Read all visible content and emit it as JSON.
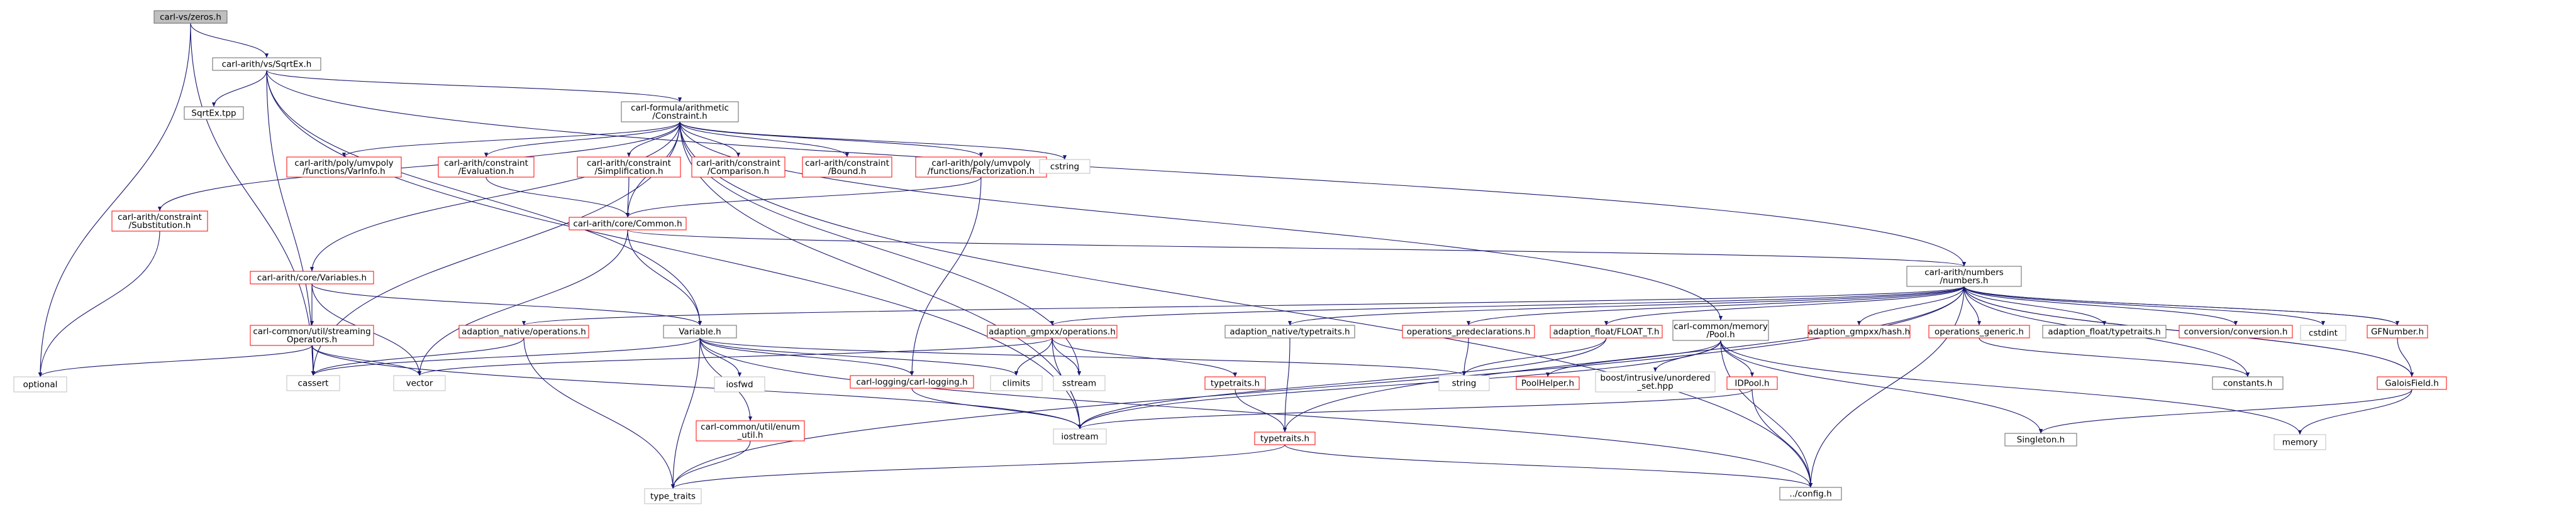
{
  "graph": {
    "nodes": [
      {
        "id": "root",
        "lines": [
          "carl-vs/zeros.h"
        ],
        "style": "root"
      },
      {
        "id": "sqrtex",
        "lines": [
          "carl-arith/vs/SqrtEx.h"
        ],
        "style": "doc"
      },
      {
        "id": "sqrtextpp",
        "lines": [
          "SqrtEx.tpp"
        ],
        "style": "doc"
      },
      {
        "id": "constraint",
        "lines": [
          "carl-formula/arithmetic",
          "/Constraint.h"
        ],
        "style": "doc"
      },
      {
        "id": "substitution",
        "lines": [
          "carl-arith/constraint",
          "/Substitution.h"
        ],
        "style": "red"
      },
      {
        "id": "varinfo",
        "lines": [
          "carl-arith/poly/umvpoly",
          "/functions/VarInfo.h"
        ],
        "style": "red"
      },
      {
        "id": "evaluation",
        "lines": [
          "carl-arith/constraint",
          "/Evaluation.h"
        ],
        "style": "red"
      },
      {
        "id": "simplification",
        "lines": [
          "carl-arith/constraint",
          "/Simplification.h"
        ],
        "style": "red"
      },
      {
        "id": "comparison",
        "lines": [
          "carl-arith/constraint",
          "/Comparison.h"
        ],
        "style": "red"
      },
      {
        "id": "bound",
        "lines": [
          "carl-arith/constraint",
          "/Bound.h"
        ],
        "style": "red"
      },
      {
        "id": "factorization",
        "lines": [
          "carl-arith/poly/umvpoly",
          "/functions/Factorization.h"
        ],
        "style": "red"
      },
      {
        "id": "cstring",
        "lines": [
          "cstring"
        ],
        "style": "gray"
      },
      {
        "id": "common",
        "lines": [
          "carl-arith/core/Common.h"
        ],
        "style": "red"
      },
      {
        "id": "variables",
        "lines": [
          "carl-arith/core/Variables.h"
        ],
        "style": "red"
      },
      {
        "id": "streamops",
        "lines": [
          "carl-common/util/streaming",
          "Operators.h"
        ],
        "style": "red"
      },
      {
        "id": "optional",
        "lines": [
          "optional"
        ],
        "style": "gray"
      },
      {
        "id": "cassert",
        "lines": [
          "cassert"
        ],
        "style": "gray"
      },
      {
        "id": "vector",
        "lines": [
          "vector"
        ],
        "style": "gray"
      },
      {
        "id": "variable",
        "lines": [
          "Variable.h"
        ],
        "style": "doc"
      },
      {
        "id": "adnops",
        "lines": [
          "adaption_native/operations.h"
        ],
        "style": "red"
      },
      {
        "id": "iosfwd",
        "lines": [
          "iosfwd"
        ],
        "style": "gray"
      },
      {
        "id": "enumutil",
        "lines": [
          "carl-common/util/enum",
          "_util.h"
        ],
        "style": "red"
      },
      {
        "id": "typetraits_std",
        "lines": [
          "type_traits"
        ],
        "style": "gray"
      },
      {
        "id": "logging",
        "lines": [
          "carl-logging/carl-logging.h"
        ],
        "style": "red"
      },
      {
        "id": "climits",
        "lines": [
          "climits"
        ],
        "style": "gray"
      },
      {
        "id": "sstream",
        "lines": [
          "sstream"
        ],
        "style": "gray"
      },
      {
        "id": "iostream",
        "lines": [
          "iostream"
        ],
        "style": "gray"
      },
      {
        "id": "string",
        "lines": [
          "string"
        ],
        "style": "gray"
      },
      {
        "id": "numbers",
        "lines": [
          "carl-arith/numbers",
          "/numbers.h"
        ],
        "style": "doc"
      },
      {
        "id": "gmpxxops",
        "lines": [
          "adaption_gmpxx/operations.h"
        ],
        "style": "red"
      },
      {
        "id": "nativetypetraits",
        "lines": [
          "adaption_native/typetraits.h"
        ],
        "style": "doc"
      },
      {
        "id": "opspredecl",
        "lines": [
          "operations_predeclarations.h"
        ],
        "style": "red"
      },
      {
        "id": "floatt",
        "lines": [
          "adaption_float/FLOAT_T.h"
        ],
        "style": "red"
      },
      {
        "id": "pool",
        "lines": [
          "carl-common/memory",
          "/Pool.h"
        ],
        "style": "doc"
      },
      {
        "id": "gmpxxhash",
        "lines": [
          "adaption_gmpxx/hash.h"
        ],
        "style": "red"
      },
      {
        "id": "opsgeneric",
        "lines": [
          "operations_generic.h"
        ],
        "style": "red"
      },
      {
        "id": "floattypetraits",
        "lines": [
          "adaption_float/typetraits.h"
        ],
        "style": "doc"
      },
      {
        "id": "conversion",
        "lines": [
          "conversion/conversion.h"
        ],
        "style": "red"
      },
      {
        "id": "cstdint",
        "lines": [
          "cstdint"
        ],
        "style": "gray"
      },
      {
        "id": "gfnumber",
        "lines": [
          "GFNumber.h"
        ],
        "style": "red"
      },
      {
        "id": "typetraits1",
        "lines": [
          "typetraits.h"
        ],
        "style": "red"
      },
      {
        "id": "typetraits2",
        "lines": [
          "typetraits.h"
        ],
        "style": "red"
      },
      {
        "id": "poolhelper",
        "lines": [
          "PoolHelper.h"
        ],
        "style": "red"
      },
      {
        "id": "boosthash",
        "lines": [
          "boost/intrusive/unordered",
          "_set.hpp"
        ],
        "style": "gray"
      },
      {
        "id": "idpool",
        "lines": [
          "IDPool.h"
        ],
        "style": "red"
      },
      {
        "id": "constants",
        "lines": [
          "constants.h"
        ],
        "style": "doc"
      },
      {
        "id": "galoisfield",
        "lines": [
          "GaloisField.h"
        ],
        "style": "red"
      },
      {
        "id": "singleton",
        "lines": [
          "Singleton.h"
        ],
        "style": "doc"
      },
      {
        "id": "memory",
        "lines": [
          "memory"
        ],
        "style": "gray"
      },
      {
        "id": "config",
        "lines": [
          "../config.h"
        ],
        "style": "doc"
      }
    ],
    "edges": [
      [
        "root",
        "optional"
      ],
      [
        "root",
        "sqrtex"
      ],
      [
        "root",
        "cassert"
      ],
      [
        "sqrtex",
        "sqrtextpp"
      ],
      [
        "sqrtex",
        "constraint"
      ],
      [
        "sqrtex",
        "cassert"
      ],
      [
        "sqrtex",
        "variable"
      ],
      [
        "sqrtex",
        "iostream"
      ],
      [
        "sqrtex",
        "numbers"
      ],
      [
        "constraint",
        "substitution"
      ],
      [
        "constraint",
        "varinfo"
      ],
      [
        "constraint",
        "evaluation"
      ],
      [
        "constraint",
        "simplification"
      ],
      [
        "constraint",
        "comparison"
      ],
      [
        "constraint",
        "bound"
      ],
      [
        "constraint",
        "factorization"
      ],
      [
        "constraint",
        "cstring"
      ],
      [
        "constraint",
        "common"
      ],
      [
        "constraint",
        "variables"
      ],
      [
        "constraint",
        "cassert"
      ],
      [
        "constraint",
        "iostream"
      ],
      [
        "constraint",
        "sstream"
      ],
      [
        "constraint",
        "pool"
      ],
      [
        "constraint",
        "config"
      ],
      [
        "substitution",
        "optional"
      ],
      [
        "evaluation",
        "common"
      ],
      [
        "simplification",
        "common"
      ],
      [
        "factorization",
        "common"
      ],
      [
        "factorization",
        "logging"
      ],
      [
        "common",
        "variable"
      ],
      [
        "common",
        "vector"
      ],
      [
        "common",
        "numbers"
      ],
      [
        "variables",
        "streamops"
      ],
      [
        "variables",
        "vector"
      ],
      [
        "variables",
        "variable"
      ],
      [
        "streamops",
        "optional"
      ],
      [
        "streamops",
        "cassert"
      ],
      [
        "streamops",
        "vector"
      ],
      [
        "streamops",
        "iostream"
      ],
      [
        "variable",
        "cassert"
      ],
      [
        "variable",
        "iosfwd"
      ],
      [
        "variable",
        "enumutil"
      ],
      [
        "variable",
        "typetraits_std"
      ],
      [
        "variable",
        "logging"
      ],
      [
        "variable",
        "climits"
      ],
      [
        "variable",
        "string"
      ],
      [
        "variable",
        "config"
      ],
      [
        "enumutil",
        "typetraits_std"
      ],
      [
        "logging",
        "iostream"
      ],
      [
        "adnops",
        "cassert"
      ],
      [
        "adnops",
        "typetraits_std"
      ],
      [
        "numbers",
        "adnops"
      ],
      [
        "numbers",
        "gmpxxops"
      ],
      [
        "numbers",
        "nativetypetraits"
      ],
      [
        "numbers",
        "opspredecl"
      ],
      [
        "numbers",
        "floatt"
      ],
      [
        "numbers",
        "gmpxxhash"
      ],
      [
        "numbers",
        "opsgeneric"
      ],
      [
        "numbers",
        "floattypetraits"
      ],
      [
        "numbers",
        "conversion"
      ],
      [
        "numbers",
        "gfnumber"
      ],
      [
        "numbers",
        "galoisfield"
      ],
      [
        "numbers",
        "cstdint"
      ],
      [
        "numbers",
        "constants"
      ],
      [
        "numbers",
        "typetraits2"
      ],
      [
        "numbers",
        "typetraits_std"
      ],
      [
        "numbers",
        "config"
      ],
      [
        "gmpxxops",
        "vector"
      ],
      [
        "gmpxxops",
        "climits"
      ],
      [
        "gmpxxops",
        "sstream"
      ],
      [
        "gmpxxops",
        "iostream"
      ],
      [
        "gmpxxops",
        "typetraits1"
      ],
      [
        "typetraits1",
        "typetraits2"
      ],
      [
        "nativetypetraits",
        "typetraits2"
      ],
      [
        "typetraits2",
        "typetraits_std"
      ],
      [
        "typetraits2",
        "config"
      ],
      [
        "opspredecl",
        "string"
      ],
      [
        "floatt",
        "string"
      ],
      [
        "floatt",
        "iostream"
      ],
      [
        "pool",
        "poolhelper"
      ],
      [
        "pool",
        "boosthash"
      ],
      [
        "pool",
        "idpool"
      ],
      [
        "pool",
        "memory"
      ],
      [
        "pool",
        "config"
      ],
      [
        "pool",
        "singleton"
      ],
      [
        "pool",
        "iostream"
      ],
      [
        "idpool",
        "iostream"
      ],
      [
        "idpool",
        "config"
      ],
      [
        "opsgeneric",
        "constants"
      ],
      [
        "gfnumber",
        "numbers"
      ],
      [
        "gfnumber",
        "galoisfield"
      ],
      [
        "galoisfield",
        "numbers"
      ],
      [
        "galoisfield",
        "memory"
      ],
      [
        "galoisfield",
        "singleton"
      ]
    ]
  },
  "colors": {
    "edge": "#191970",
    "doc_border": "#666666",
    "red_border": "#ff0000",
    "gray_border": "#bfbfbf",
    "root_fill": "#bfbfbf",
    "text": "#000000"
  }
}
